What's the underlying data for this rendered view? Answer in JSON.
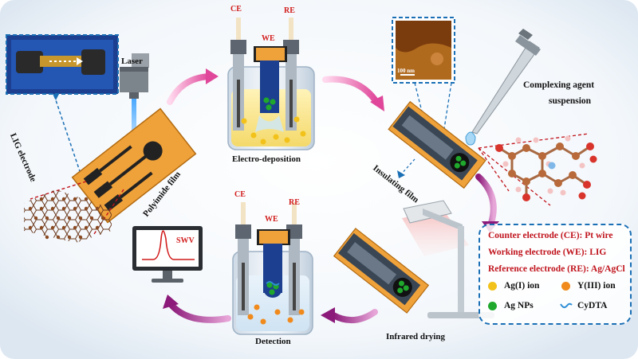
{
  "labels": {
    "laser": "Laser",
    "lig_electrode": "LIG electrode",
    "polyimide_film": "Polyimide film",
    "electro_deposition": "Electro-deposition",
    "insulating_film": "Insulating film",
    "complexing_agent_line1": "Complexing agent",
    "complexing_agent_line2": "suspension",
    "scale_bar": "100 nm",
    "infrared_drying": "Infrared drying",
    "detection": "Detection",
    "swv": "SWV",
    "ce_top": "CE",
    "we_top": "WE",
    "re_top": "RE",
    "ce_bottom": "CE",
    "we_bottom": "WE",
    "re_bottom": "RE"
  },
  "legend": {
    "counter_electrode": "Counter electrode (CE): Pt wire",
    "working_electrode": "Working electrode (WE): LIG",
    "reference_electrode": "Reference electrode (RE): Ag/AgCl",
    "ag_ion": "Ag(I) ion",
    "y_ion": "Y(III) ion",
    "ag_nps": "Ag NPs",
    "cydta": "CyDTA"
  },
  "colors": {
    "accent_pink": "#e0479a",
    "accent_purple": "#8c1a7a",
    "legend_border": "#1a6fb5",
    "legend_text": "#c0141c",
    "ag_ion": "#f2c21a",
    "y_ion": "#f08a1c",
    "ag_nps": "#1fa82c",
    "cydta": "#2f8fd6"
  }
}
